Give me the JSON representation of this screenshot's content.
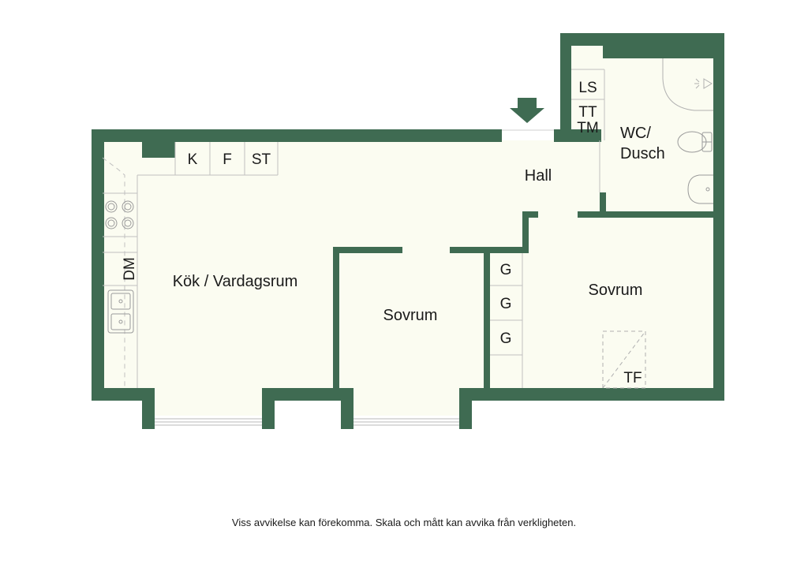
{
  "colors": {
    "wall": "#3f6b52",
    "floor": "#fbfcf1",
    "fixture_line": "#b8b8b8",
    "text": "#1a1a1a"
  },
  "rooms": {
    "kitchen_living": "Kök / Vardagsrum",
    "bedroom_small": "Sovrum",
    "bedroom_large": "Sovrum",
    "hall": "Hall",
    "bathroom_line1": "WC/",
    "bathroom_line2": "Dusch"
  },
  "fixtures": {
    "kitchen_cabinets": [
      "K",
      "F",
      "ST"
    ],
    "dishwasher": "DM",
    "wardrobes": [
      "G",
      "G",
      "G"
    ],
    "bath_cabinets": [
      "LS",
      "TT",
      "TM"
    ],
    "drying_cabinet": "TF"
  },
  "icons": {
    "entrance": "entrance-arrow-icon",
    "stove": "stove-icon",
    "sink": "sink-icon",
    "toilet": "toilet-icon",
    "washbasin": "washbasin-icon",
    "shower": "shower-icon"
  },
  "disclaimer": "Viss avvikelse kan förekomma. Skala och mått kan avvika från verkligheten."
}
